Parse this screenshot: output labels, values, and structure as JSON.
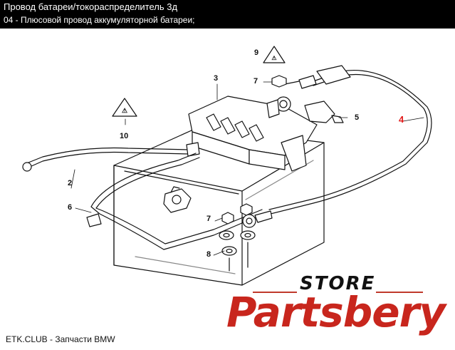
{
  "header": {
    "title": "Провод батареи/токораспределитель 3д",
    "subtitle": "04 - Плюсовой провод аккумуляторной батареи;"
  },
  "callouts": [
    {
      "id": "9",
      "label": "9"
    },
    {
      "id": "3",
      "label": "3"
    },
    {
      "id": "7a",
      "label": "7"
    },
    {
      "id": "10",
      "label": "10"
    },
    {
      "id": "5",
      "label": "5"
    },
    {
      "id": "4",
      "label": "4"
    },
    {
      "id": "2",
      "label": "2"
    },
    {
      "id": "6",
      "label": "6"
    },
    {
      "id": "7b",
      "label": "7"
    },
    {
      "id": "8",
      "label": "8"
    }
  ],
  "watermark": {
    "store": "STORE",
    "brand": "Partsbery",
    "accent_color": "#c8261d"
  },
  "footer": {
    "text": "ETK.CLUB - Запчасти BMW"
  }
}
